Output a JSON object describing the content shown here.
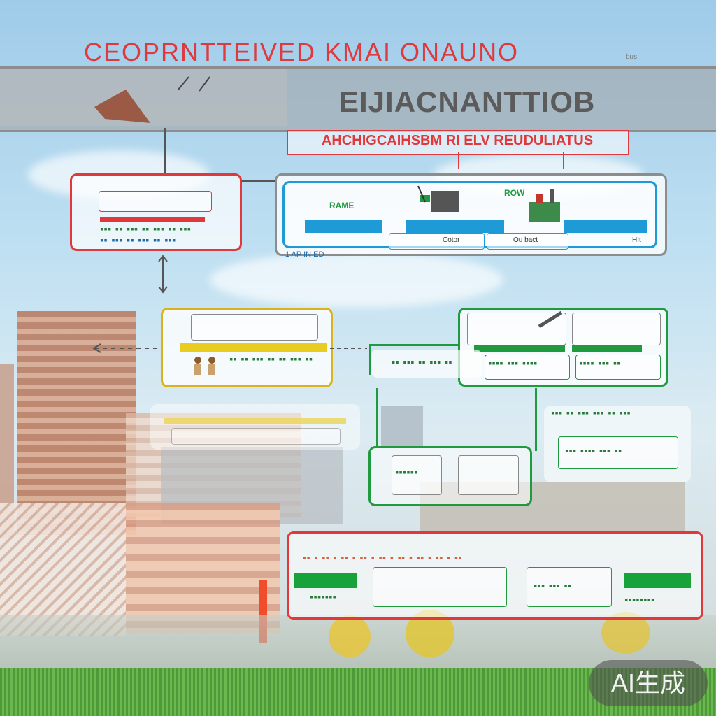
{
  "header": {
    "top_title": "CEOPRNTTEIVED KMAI ONAUNO",
    "top_small": "bus",
    "banner_title": "EIJIACNANTTIOB",
    "subtitle": "AHCHIGCAIHSBM RI ELV REUDULIATUS"
  },
  "panels": {
    "top_right": {
      "label_left": "RAME",
      "label_mid": "ROW",
      "tab1": "Cotor",
      "tab2": "Ou bact",
      "tab3": "HIt",
      "caption": "1 AP IN ED"
    }
  },
  "watermark": "AI生成",
  "colors": {
    "red": "#e0383b",
    "blue": "#1e9ad6",
    "green": "#1f9a3e",
    "yellow": "#d9b21c",
    "gray": "#8d8d8d"
  }
}
